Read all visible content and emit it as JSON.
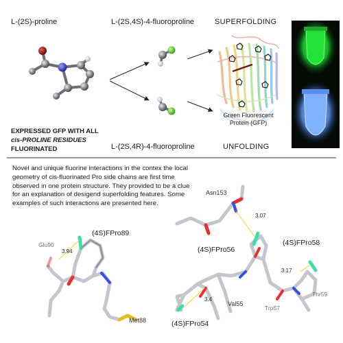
{
  "top": {
    "proline_label": "L-(2S)-proline",
    "fluoro_4s_label": "L-(2S,4S)-4-fluoroproline",
    "fluoro_4r_label": "L-(2S,4R)-4-fluoroproline",
    "superfolding_label": "SUPERFOLDING",
    "unfolding_label": "UNFOLDING",
    "gfp_caption_line1": "Green Fluorescent",
    "gfp_caption_line2": "Protein (GFP)",
    "note_line1": "EXPRESSED GFP WITH ALL",
    "note_line2": "cis-PROLINE RESIDUES",
    "note_line3": "FLUORINATED"
  },
  "bottom": {
    "paragraph": "Novel and unique fluorine interactions in the contex the local geometry of cis-fluorinated Pro side chains are first time observed in one protein structure. They provided to be a clue for an explanation of desigend superfolding features. Some examples of such interactions are presented here.",
    "left_structure": {
      "title": "(4S)FPro89",
      "neighbor_1": "Glu90",
      "neighbor_2": "Met88",
      "distance": "3.94"
    },
    "right_structure": {
      "top_residue": "Asn153",
      "top_distance": "3.07",
      "center_title": "(4S)FPro56",
      "right_title": "(4S)FPro58",
      "right_distance": "3.17",
      "right_neighbor": "Thr59",
      "trp_label": "Trp57",
      "val_label": "Val55",
      "bottom_distance": "3.4",
      "bottom_title": "(4S)FPro54"
    }
  },
  "colors": {
    "fluorine": "#59d82d",
    "oxygen": "#8f1010",
    "carbon": "#8d9098",
    "hydrogen": "#d2d4d8",
    "tube_green": "#26e83a",
    "tube_blue": "#6ca3ff",
    "photo_bg": "#050a05",
    "hbond": "#f0d020",
    "stick_f": "#3fdcb0",
    "stick_o": "#e83030",
    "stick_n": "#3050e8",
    "stick_s": "#e0c020"
  }
}
